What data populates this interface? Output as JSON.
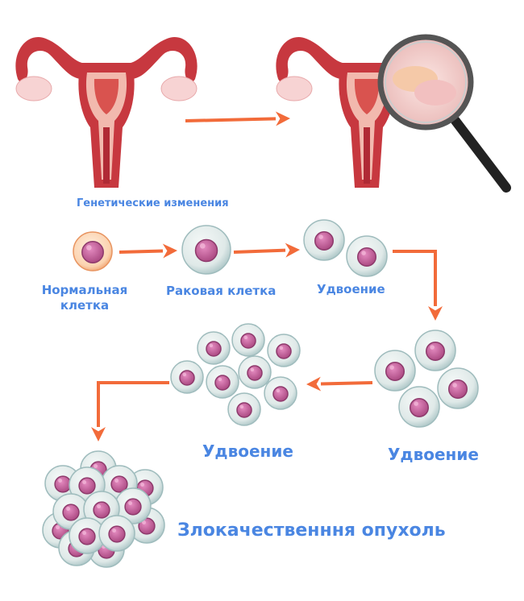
{
  "labels": {
    "genetic_changes": "Генетические изменения",
    "normal_cell": "Нормальная клетка",
    "cancer_cell": "Раковая клетка",
    "doubling_1": "Удвоение",
    "doubling_2": "Удвоение",
    "doubling_3": "Удвоение",
    "malignant_tumor": "Злокачественння опухоль"
  },
  "colors": {
    "label_text": "#4a86e2",
    "arrow": "#f26b3a",
    "uterus": "#c7383f",
    "uterus_inner": "#f2b9ae",
    "ovary": "#f7d3d3",
    "cell_membrane": "#e4eeec",
    "cell_nucleus": "#cf6aa8",
    "normal_cell": "#f8c59c"
  }
}
